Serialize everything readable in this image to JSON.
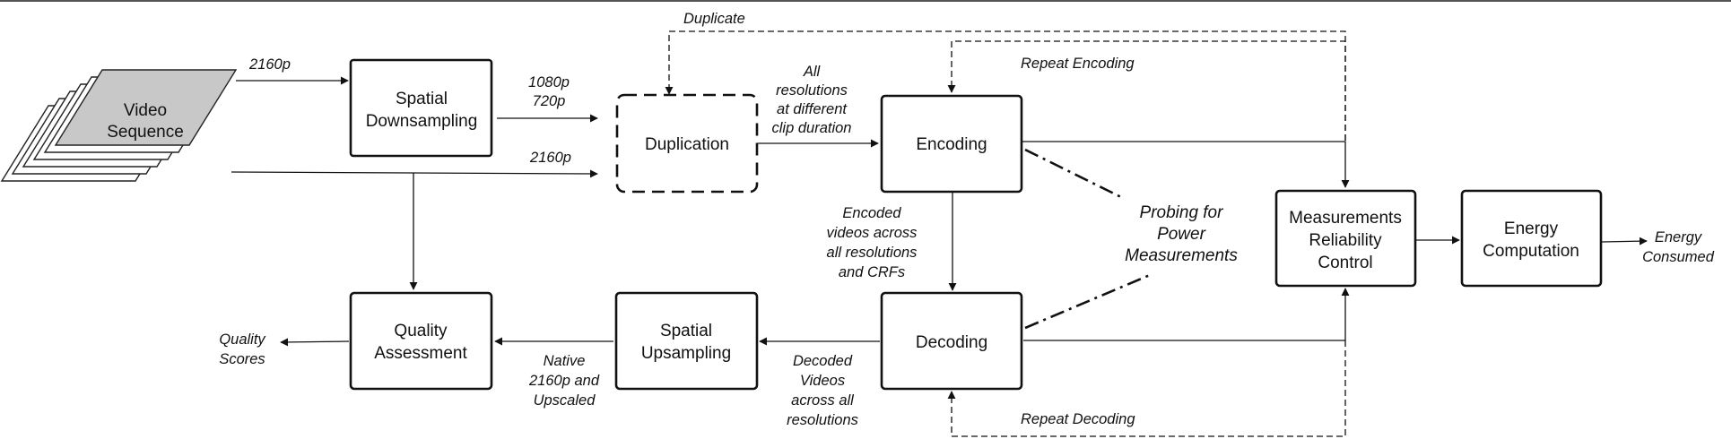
{
  "diagram": {
    "input": {
      "line1": "Video",
      "line2": "Sequence"
    },
    "boxes": {
      "downsampling": {
        "line1": "Spatial",
        "line2": "Downsampling"
      },
      "duplication": {
        "line1": "Duplication"
      },
      "encoding": {
        "line1": "Encoding"
      },
      "decoding": {
        "line1": "Decoding"
      },
      "upsampling": {
        "line1": "Spatial",
        "line2": "Upsampling"
      },
      "quality": {
        "line1": "Quality",
        "line2": "Assessment"
      },
      "reliability": {
        "line1": "Measurements",
        "line2": "Reliability",
        "line3": "Control"
      },
      "energy": {
        "line1": "Energy",
        "line2": "Computation"
      }
    },
    "labels": {
      "in_2160p": "2160p",
      "down_1080p": "1080p",
      "down_720p": "720p",
      "bypass_2160p": "2160p",
      "duplicate": "Duplicate",
      "all_res": [
        "All",
        "resolutions",
        "at different",
        "clip duration"
      ],
      "repeat_encoding": "Repeat Encoding",
      "repeat_decoding": "Repeat Decoding",
      "encoded": [
        "Encoded",
        "videos across",
        "all resolutions",
        "and CRFs"
      ],
      "probing": [
        "Probing for",
        "Power",
        "Measurements"
      ],
      "decoded": [
        "Decoded",
        "Videos",
        "across all",
        "resolutions"
      ],
      "native": [
        "Native",
        "2160p and",
        "Upscaled"
      ],
      "quality_scores": [
        "Quality",
        "Scores"
      ],
      "energy_consumed": [
        "Energy",
        "Consumed"
      ]
    }
  }
}
